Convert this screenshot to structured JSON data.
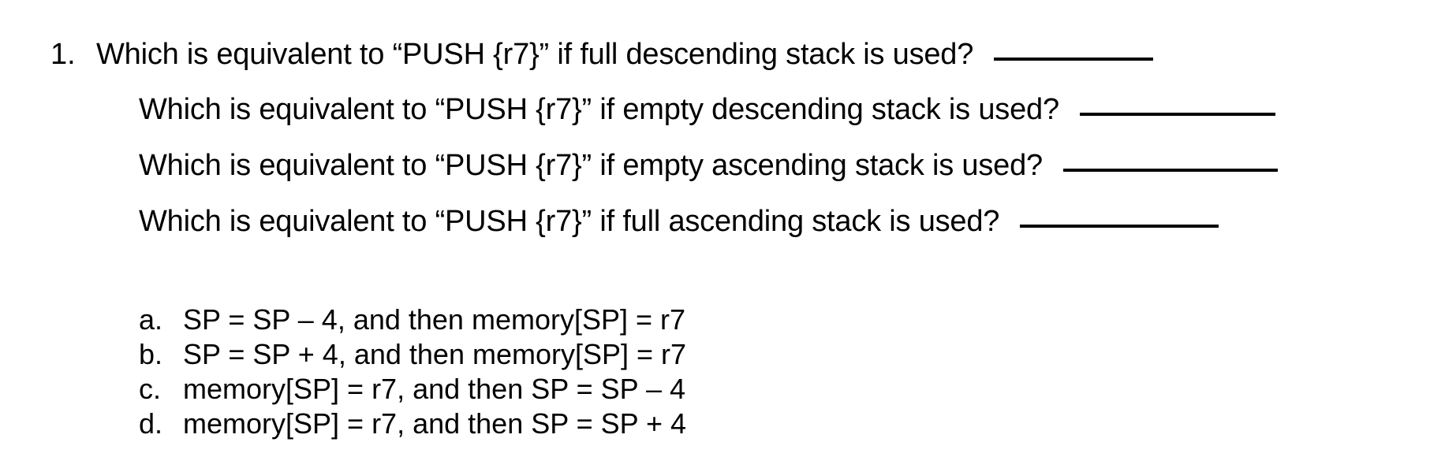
{
  "document": {
    "question_number": "1.",
    "questions": [
      {
        "id": "full-descending",
        "text": "Which is equivalent to “PUSH {r7}” if full descending stack is used?",
        "answer_value": ""
      },
      {
        "id": "empty-descending",
        "text": "Which is equivalent to “PUSH {r7}” if empty descending stack is used?",
        "answer_value": ""
      },
      {
        "id": "empty-ascending",
        "text": "Which is equivalent to “PUSH {r7}” if empty ascending stack is used?",
        "answer_value": ""
      },
      {
        "id": "full-ascending",
        "text": "Which is equivalent to “PUSH {r7}” if full ascending stack is used?",
        "answer_value": ""
      }
    ],
    "options": [
      {
        "letter": "a.",
        "text": "SP = SP – 4, and then memory[SP] = r7"
      },
      {
        "letter": "b.",
        "text": "SP = SP + 4, and then memory[SP] = r7"
      },
      {
        "letter": "c.",
        "text": "memory[SP] = r7, and then SP = SP – 4"
      },
      {
        "letter": "d.",
        "text": "memory[SP] = r7, and then SP = SP + 4"
      }
    ]
  },
  "colors": {
    "background": "#ffffff",
    "text": "#000000",
    "rule": "#000000"
  }
}
